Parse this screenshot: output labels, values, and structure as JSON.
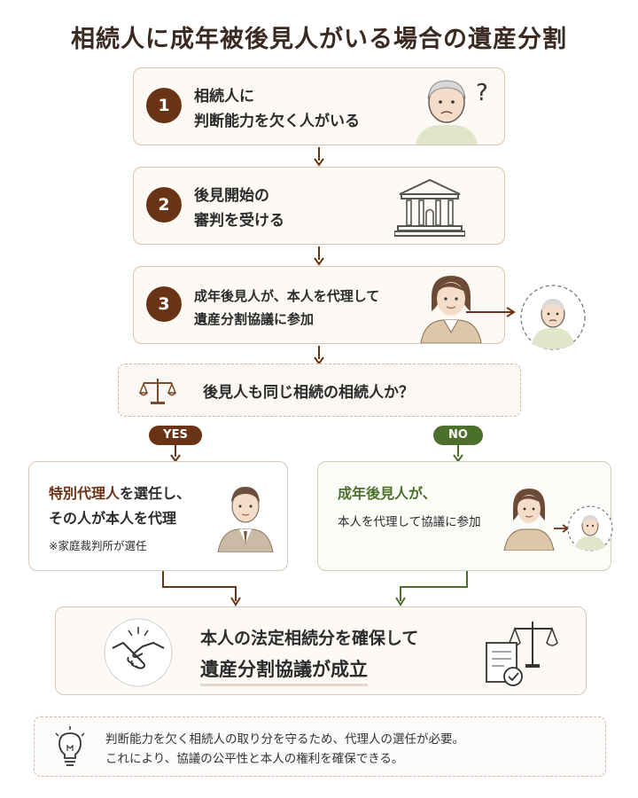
{
  "title": "相続人に成年被後見人がいる場合の遺産分割",
  "steps": [
    {
      "num": "1",
      "line1": "相続人に",
      "line2": "判断能力を欠く人がいる",
      "icon": "confused-elderly-icon",
      "mark": "?"
    },
    {
      "num": "2",
      "line1": "後見開始の",
      "line2": "審判を受ける",
      "icon": "courthouse-icon"
    },
    {
      "num": "3",
      "line1": "成年後見人が、本人を代理して",
      "line2": "遺産分割協議に参加",
      "icon": "guardian-woman-icon"
    }
  ],
  "question": {
    "text": "後見人も同じ相続の相続人か？",
    "icon": "scale-icon"
  },
  "yes_label": "YES",
  "no_label": "NO",
  "left_branch": {
    "title_bold": "特別代理人",
    "title_rest": "を選任し、",
    "line2": "その人が本人を代理",
    "note": "※家庭裁判所が選任",
    "icon": "man-in-suit-icon"
  },
  "right_branch": {
    "title": "成年後見人が、",
    "line2": "本人を代理して協議に参加",
    "icon": "guardian-woman-icon"
  },
  "result": {
    "line1": "本人の法定相続分を確保して",
    "line2": "遺産分割協議が成立",
    "icons": [
      "handshake-icon",
      "document-scale-icon"
    ]
  },
  "note": {
    "line1": "判断能力を欠く相続人の取り分を守るため、代理人の選任が必要。",
    "line2": "これにより、協議の公平性と本人の権利を確保できる。",
    "icon": "lightbulb-icon"
  },
  "colors": {
    "brown": "#6b3315",
    "green": "#4c6f2c",
    "border": "#d7c7b9"
  }
}
